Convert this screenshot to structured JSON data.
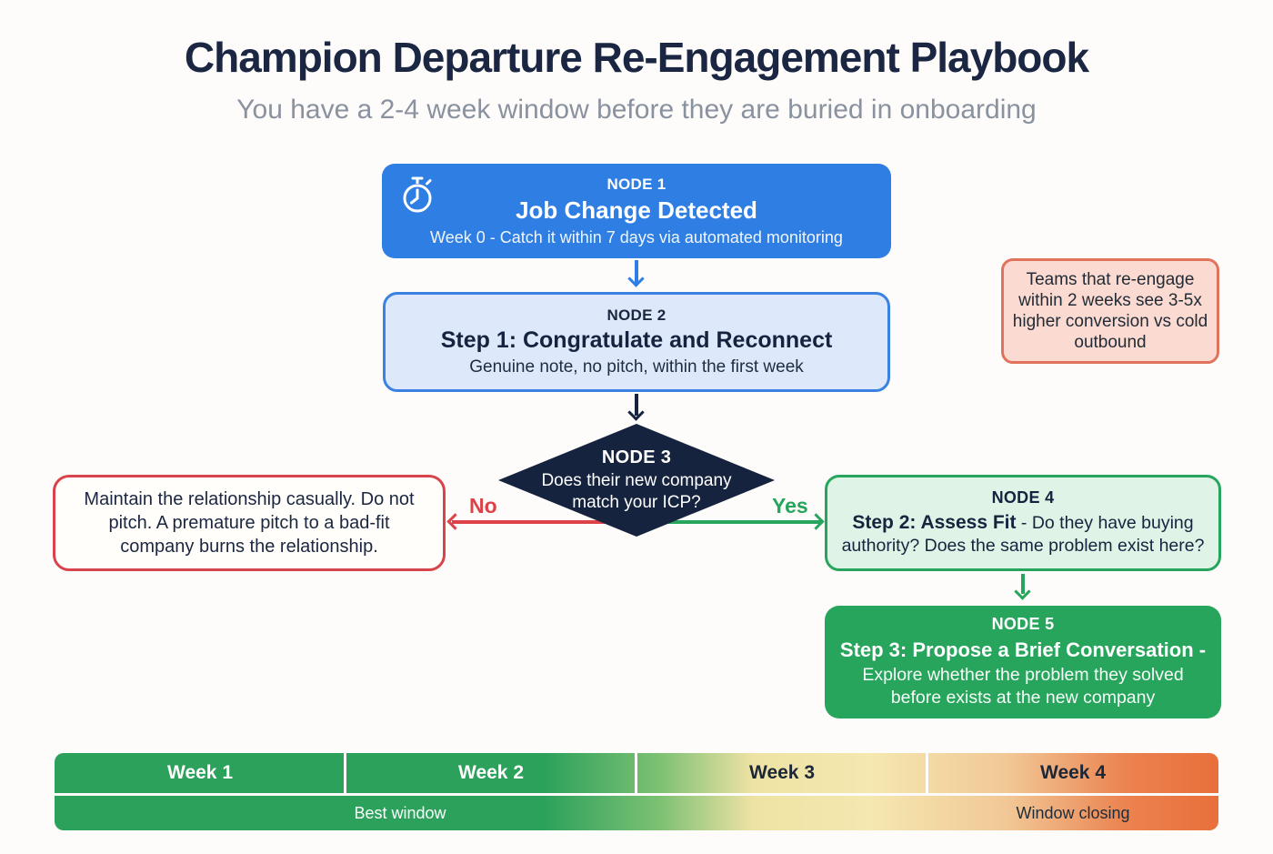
{
  "page": {
    "title": "Champion Departure Re-Engagement Playbook",
    "subtitle": "You have a 2-4 week window before they are buried in onboarding"
  },
  "nodes": {
    "node1": {
      "label": "NODE 1",
      "title": "Job Change Detected",
      "subtitle": "Week 0 - Catch it within 7 days via automated monitoring",
      "icon": "stopwatch-icon"
    },
    "node2": {
      "label": "NODE 2",
      "title": "Step 1: Congratulate and Reconnect",
      "subtitle": "Genuine note, no pitch, within the first week"
    },
    "node3": {
      "label": "NODE 3",
      "question": "Does their new company match your ICP?"
    },
    "node4": {
      "label": "NODE 4",
      "title_bold": "Step 2: Assess Fit",
      "title_rest": " - Do they have buying authority? Does the same problem exist here?"
    },
    "node5": {
      "label": "NODE 5",
      "title_bold": "Step 3: Propose a Brief Conversation -",
      "title_rest": " Explore whether the problem they solved before exists at the new company"
    }
  },
  "branches": {
    "no_label": "No",
    "yes_label": "Yes"
  },
  "no_outcome": {
    "text": "Maintain the relationship casually. Do not pitch. A premature pitch to a bad-fit company burns the relationship."
  },
  "callout": {
    "text": "Teams that re-engage within 2 weeks see 3-5x higher conversion vs cold outbound"
  },
  "timeline": {
    "weeks": [
      "Week 1",
      "Week 2",
      "Week 3",
      "Week 4"
    ],
    "best_window": "Best window",
    "window_closing": "Window closing"
  },
  "palette": {
    "node1_blue": "#2F7EE3",
    "node2_fill": "#DDE9FA",
    "node2_border": "#3A81E1",
    "decision_navy": "#16233E",
    "no_red": "#DC4247",
    "yes_green": "#28A55C",
    "node4_fill": "#DFF3E7",
    "node5_green": "#28A55C",
    "callout_fill": "#FBDBD1",
    "callout_border": "#E0735C",
    "timeline_green": "#2CA15B",
    "timeline_yellow": "#F5E8B0",
    "timeline_orange": "#E96F3B",
    "title_navy": "#1A2642",
    "subtitle_gray": "#8A919F"
  }
}
